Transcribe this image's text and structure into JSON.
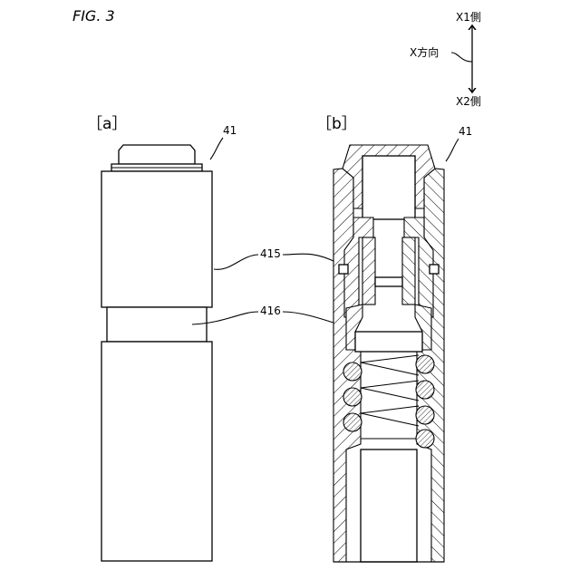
{
  "figure": {
    "label": "FIG. 3"
  },
  "direction": {
    "top_label": "X1側",
    "side_label": "X方向",
    "bottom_label": "X2側"
  },
  "panel_a": {
    "label": "［a］",
    "ref_41": "41",
    "ref_415": "415",
    "ref_416": "416"
  },
  "panel_b": {
    "label": "［b］",
    "ref_41": "41"
  }
}
